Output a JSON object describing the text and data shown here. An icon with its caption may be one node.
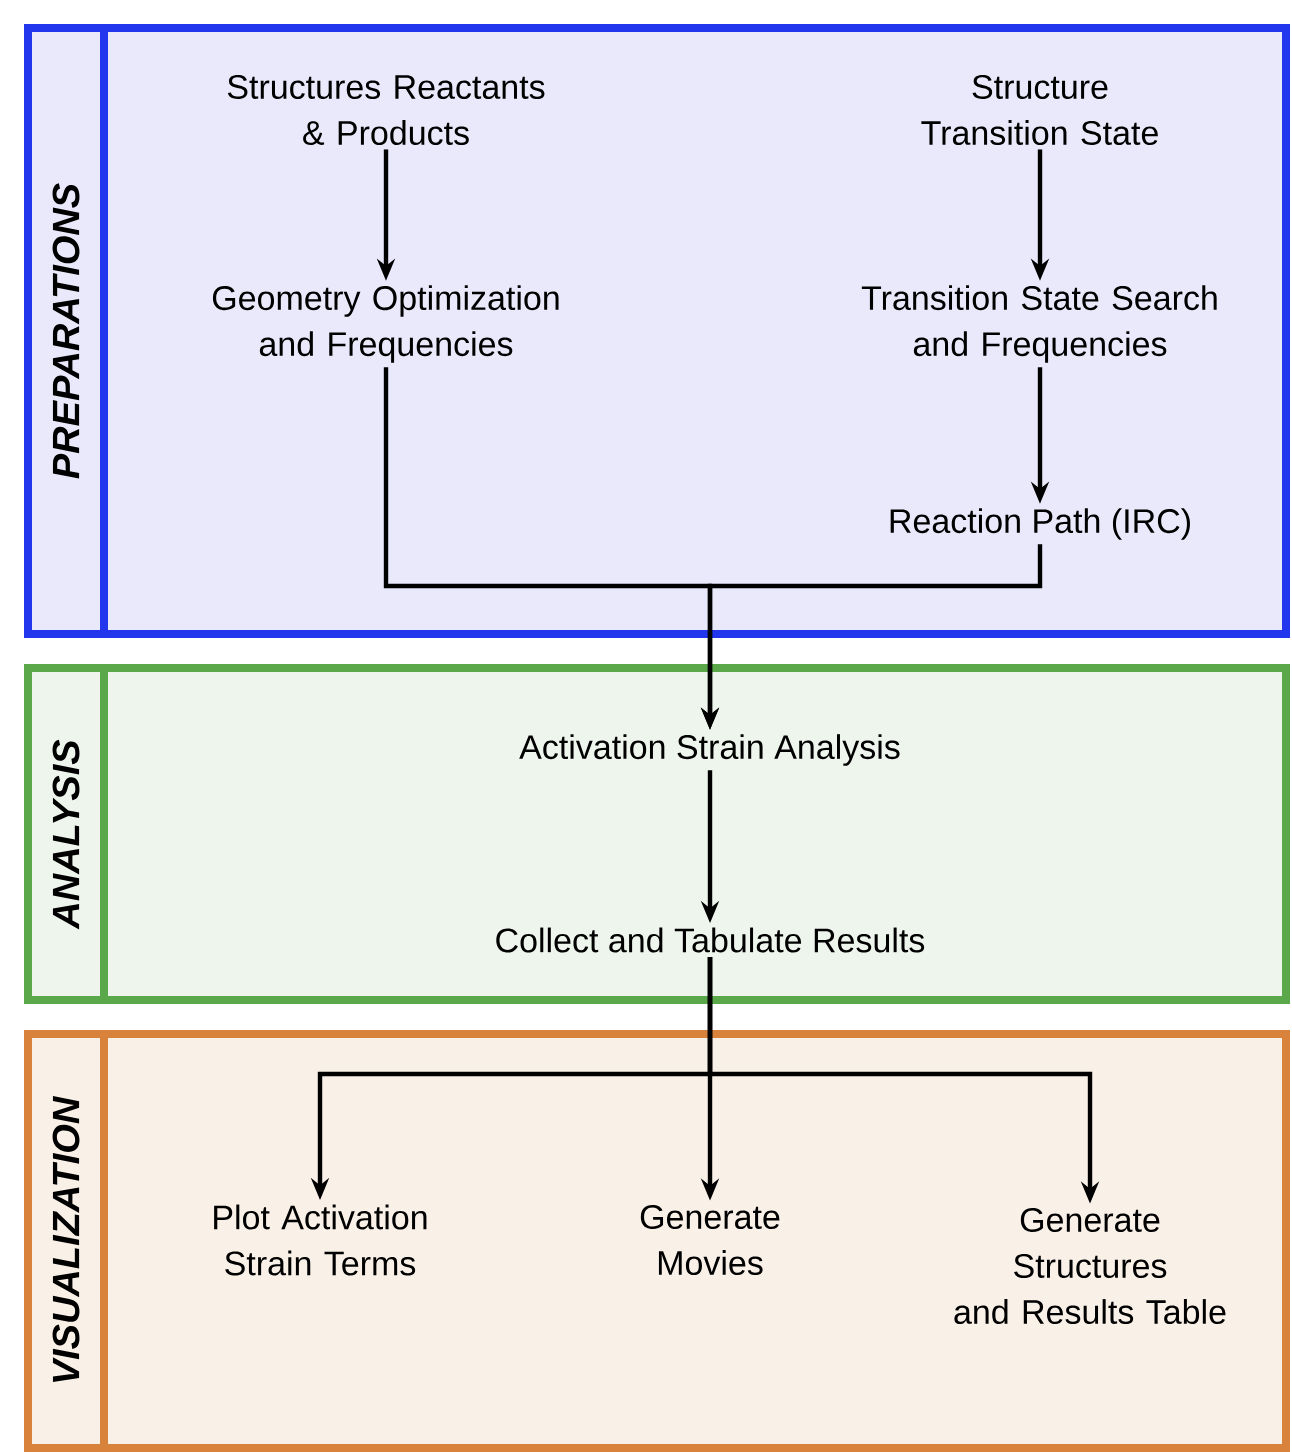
{
  "diagram": {
    "nodes": [
      {
        "text": [
          "PREPARATIONS"
        ]
      },
      {
        "text": [
          "Structures Reactants & Products"
        ],
        "in": 0
      },
      {
        "text": [
          "Structure Transition State"
        ],
        "in": 0
      },
      {
        "text": [
          "Geometry Optimization and Frequencies"
        ],
        "in": 0
      },
      {
        "text": [
          "Transition State Search and Frequencies"
        ],
        "in": 0
      },
      {
        "text": [
          "Reaction Path (IRC)"
        ],
        "in": 0
      },
      {
        "text": [
          "ANALYSIS"
        ]
      },
      {
        "text": [
          "Activation Strain Analysis"
        ],
        "in": 6
      },
      {
        "text": [
          "Collect and Tabulate Results"
        ],
        "in": 6
      },
      {
        "text": [
          "VISUALIZATION"
        ]
      },
      {
        "text": [
          "Plot Activation Strain Terms"
        ],
        "in": 9
      },
      {
        "text": [
          "Generate Movies"
        ],
        "in": 9
      },
      {
        "text": [
          "Generate Structures and Results Table"
        ],
        "in": 9
      }
    ],
    "edges": [
      {
        "from": 1,
        "to": 3,
        "arrow": "to"
      },
      {
        "from": 2,
        "to": 4,
        "arrow": "to"
      },
      {
        "from": 4,
        "to": 5,
        "arrow": "to"
      },
      {
        "from": 3,
        "to": 7,
        "arrow": "to"
      },
      {
        "from": 5,
        "to": 7,
        "arrow": "to"
      },
      {
        "from": 7,
        "to": 8,
        "arrow": "to"
      },
      {
        "from": 8,
        "to": 10,
        "arrow": "to"
      },
      {
        "from": 8,
        "to": 11,
        "arrow": "to"
      },
      {
        "from": 8,
        "to": 12,
        "arrow": "to"
      }
    ]
  }
}
